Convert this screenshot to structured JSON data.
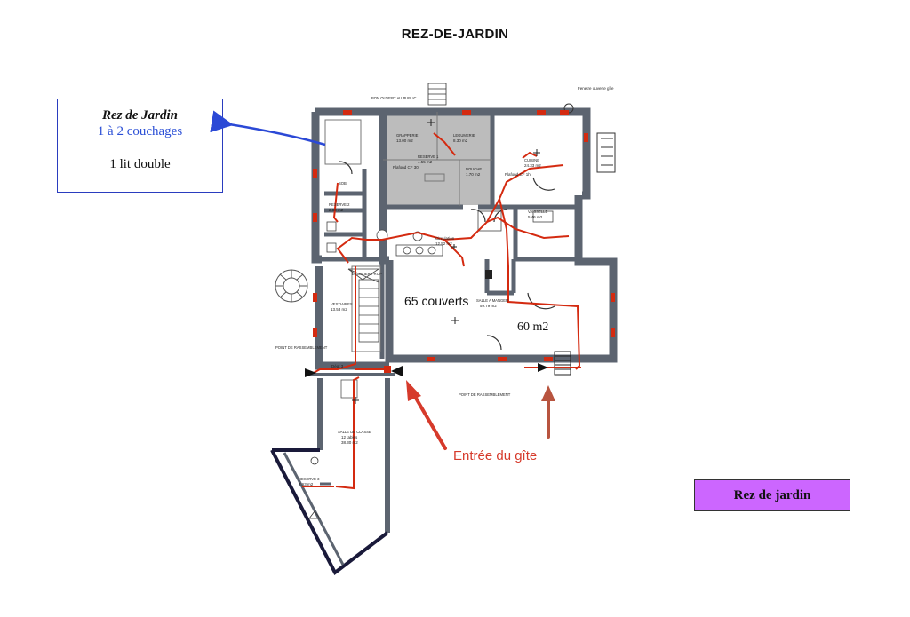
{
  "page": {
    "title": "REZ-DE-JARDIN"
  },
  "info_box": {
    "title": "Rez de Jardin",
    "subtitle": "1 à 2 couchages",
    "bed": "1 lit double"
  },
  "badge": {
    "label": "Rez de jardin"
  },
  "annotations": {
    "covers": "65 couverts",
    "area": "60 m2",
    "entrance": "Entrée du gîte"
  },
  "rooms": {
    "garderie": "GRAPPERIE",
    "garderie_area": "13.00 m2",
    "legumerie": "LEGUMERIE",
    "legumerie_area": "8.30 m2",
    "reserve1": "RESERVE 1",
    "reserve1_area": "4.55 m2",
    "douche": "DOUCHE",
    "douche_area": "1.70 m2",
    "cuisine": "CUISINE",
    "cuisine_area": "24.33 m2",
    "reserve2": "RESERVE 2",
    "reserve2_area": "2.80 m2",
    "circulation": "Circulation",
    "circulation_area": "12.52 m2",
    "vaisselle": "VAISSELLE",
    "vaisselle_area": "5.46 m2",
    "vestiaires": "VESTIAIRES",
    "vestiaires_area": "13.53 m2",
    "salle_manger": "SALLE A MANGER",
    "salle_manger_area": "59.79 m2",
    "salle_classe": "SALLE DE CLASSE",
    "salle_classe_sub": "12 tables",
    "salle_classe_area": "38.30 m2",
    "reserve3": "RESERVE 3",
    "reserve3_area": "7.63 m2",
    "point_left": "POINT DE RASSEMBLEMENT",
    "point_right": "POINT DE RASSEMBLEMENT",
    "sortie_top": "BON OUVERT AU PUBLIC",
    "sortie_right": "Fenetre ouverte gîte",
    "escalier": "ESCALIER PROP",
    "degt": "Dégt 3",
    "sob": "SOB",
    "plafond_left": "Plafond CF 30",
    "plafond_right": "Plafond CF 1h"
  },
  "colors": {
    "wall": "#5c6470",
    "grey_room": "#bcbcbc",
    "network": "#d42a10",
    "blue_arrow": "#2b49d6",
    "red_arrow": "#d63a2b",
    "entrance_text": "#d63a2b",
    "badge_bg": "#cc66ff"
  }
}
